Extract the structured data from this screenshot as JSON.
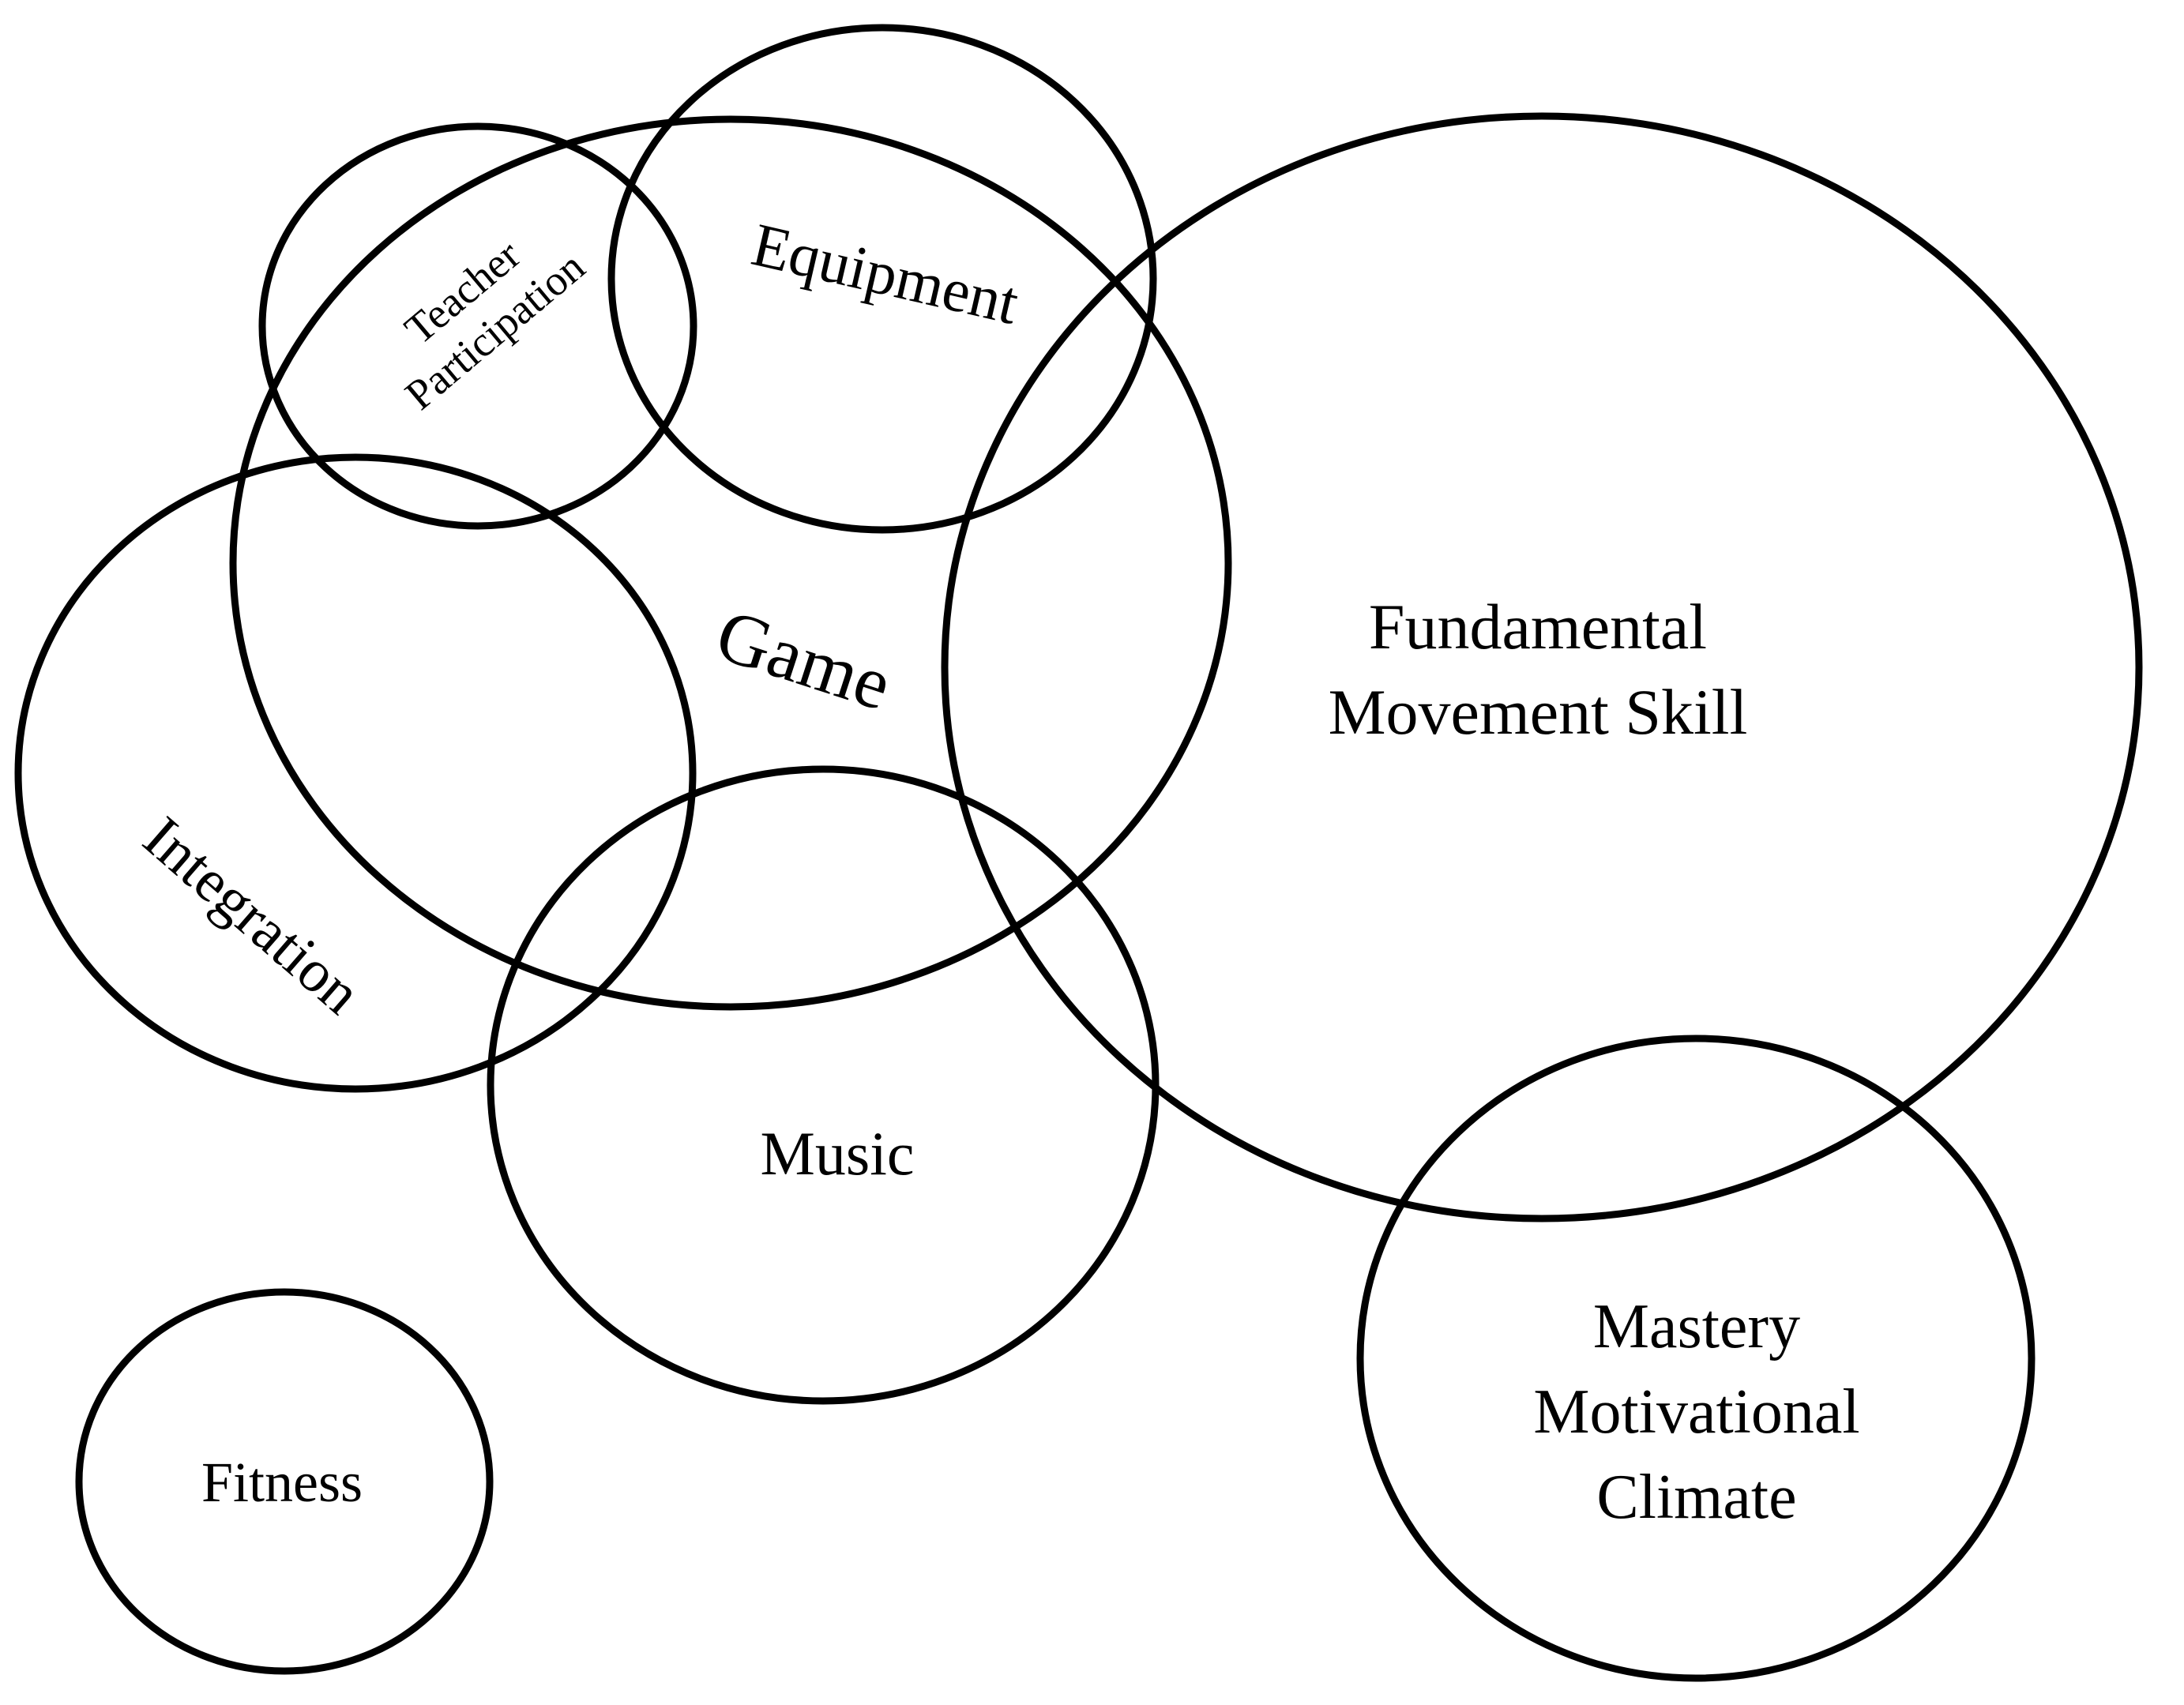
{
  "diagram": {
    "labels": {
      "teacher_line1": "Teacher",
      "teacher_line2": "Participation",
      "equipment": "Equipment",
      "game": "Game",
      "fms_line1": "Fundamental",
      "fms_line2": "Movement Skill",
      "integration": "Integration",
      "music": "Music",
      "fitness": "Fitness",
      "mastery_line1": "Mastery",
      "mastery_line2": "Motivational",
      "mastery_line3": "Climate"
    },
    "colors": {
      "stroke": "#000000",
      "text": "#000000",
      "background": "#ffffff"
    }
  }
}
